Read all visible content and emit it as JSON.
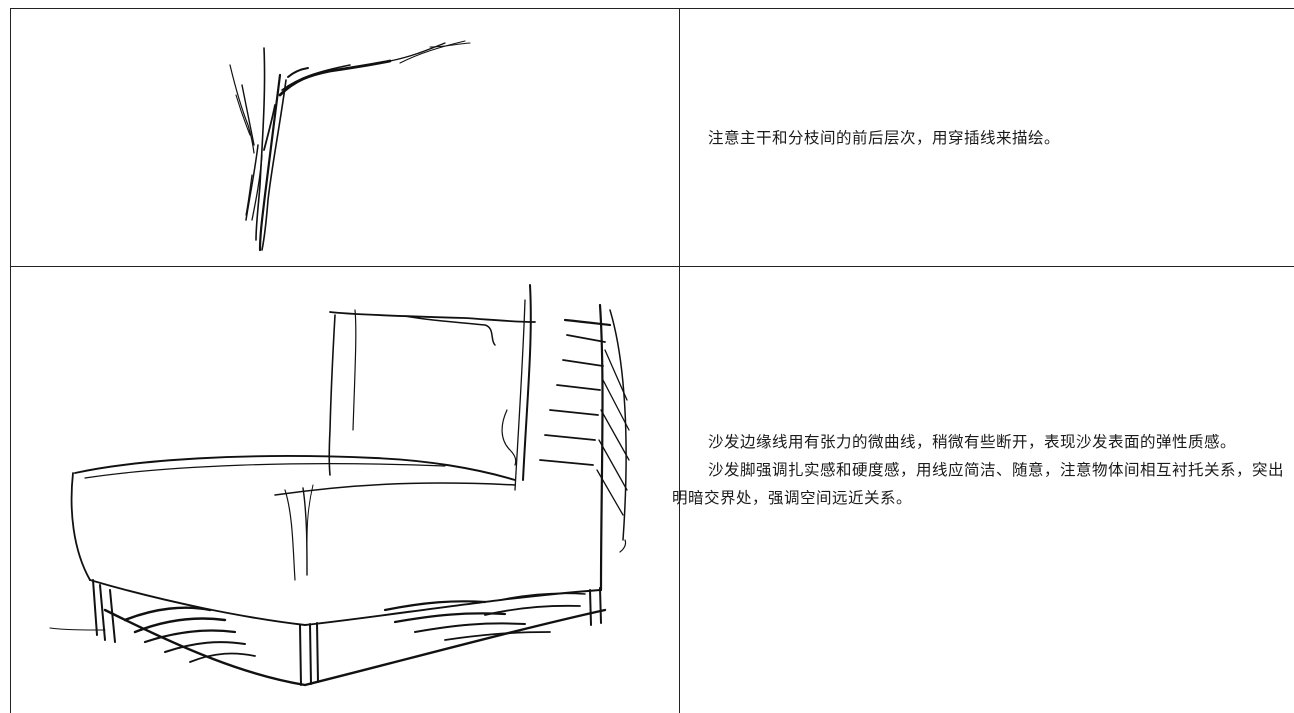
{
  "rows": [
    {
      "illustration": "tree-branch-sketch",
      "paragraphs": [
        "注意主干和分枝间的前后层次，用穿插线来描绘。"
      ]
    },
    {
      "illustration": "sofa-chair-sketch",
      "paragraphs": [
        "沙发边缘线用有张力的微曲线，稍微有些断开，表现沙发表面的弹性质感。",
        "沙发脚强调扎实感和硬度感，用线应简洁、随意，注意物体间相互衬托关系，突出明暗交界处，强调空间远近关系。"
      ]
    }
  ]
}
